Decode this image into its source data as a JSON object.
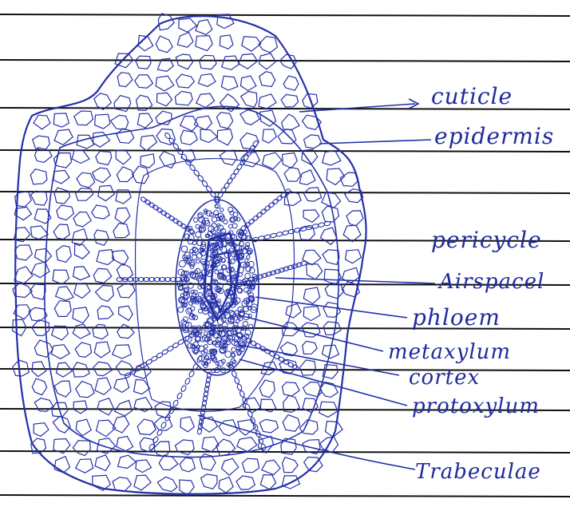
{
  "diagram": {
    "ink_color": "#2430a8",
    "rule_color": "#111111",
    "labels": {
      "cuticle": "cuticle",
      "epidermis": "epidermis",
      "pericycle": "pericycle",
      "airspace": "Airspacel",
      "phloem": "phloem",
      "metaxylum": "metaxylum",
      "cortex": "cortex",
      "protoxylum": "protoxylum",
      "trabeculae": "Trabeculae"
    }
  }
}
